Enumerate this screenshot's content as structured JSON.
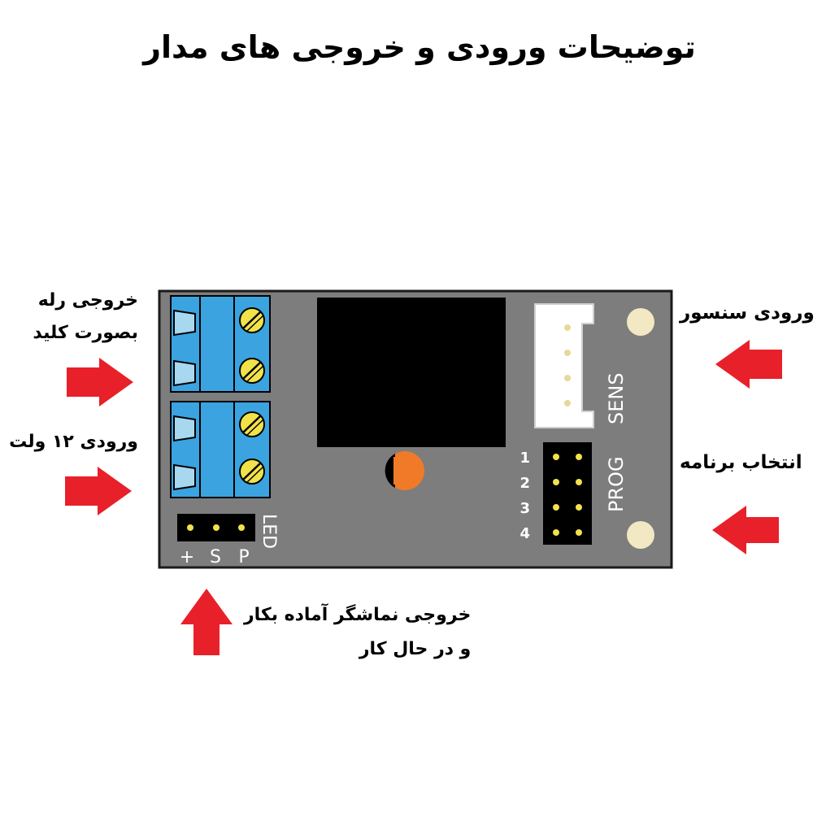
{
  "title": "توضیحات ورودی و خروجی های مدار",
  "annotations": {
    "relay_output_line1": "خروجی رله",
    "relay_output_line2": "بصورت کلید",
    "power_input": "ورودی ۱۲ ولت",
    "sensor_input": "ورودی سنسور",
    "program_select": "انتخاب برنامه",
    "led_output_line1": "خروجی نماشگر آماده بکار",
    "led_output_line2": "و در حال کار"
  },
  "board": {
    "sens_label": "SENS",
    "prog_label": "PROG",
    "led_label": "LED",
    "led_pins": [
      "+",
      "S",
      "P"
    ],
    "prog_rows": [
      "1",
      "2",
      "3",
      "4"
    ]
  },
  "colors": {
    "pcb": "#7d7d7d",
    "terminal": "#3ba3e0",
    "screw": "#f2e24a",
    "relay": "#000000",
    "capacitor": "#f07a28",
    "connector": "#ffffff",
    "mount_hole": "#f2e8c4",
    "arrow": "#e8202a"
  }
}
